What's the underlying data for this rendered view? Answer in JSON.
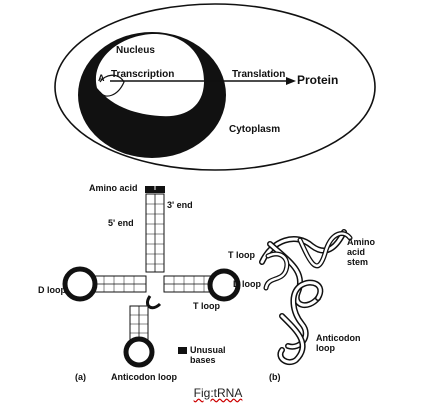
{
  "cell": {
    "nucleus": "Nucleus",
    "transcription": "Transcription",
    "translation": "Translation",
    "protein": "Protein",
    "cytoplasm": "Cytoplasm",
    "dna_label": "A"
  },
  "trna_a": {
    "amino_acid": "Amino acid",
    "three_end": "3' end",
    "five_end": "5' end",
    "d_loop": "D loop",
    "t_loop": "T loop",
    "anticodon_loop": "Anticodon loop",
    "unusual_bases": "Unusual bases",
    "panel": "(a)"
  },
  "trna_b": {
    "t_loop": "T loop",
    "d_loop": "D loop",
    "amino_acid_stem": "Amino acid stem",
    "anticodon_loop": "Anticodon loop",
    "panel": "(b)"
  },
  "caption": "Fig:tRNA",
  "colors": {
    "ink": "#111111",
    "paper": "#ffffff",
    "caption_underline": "#cc0000"
  }
}
